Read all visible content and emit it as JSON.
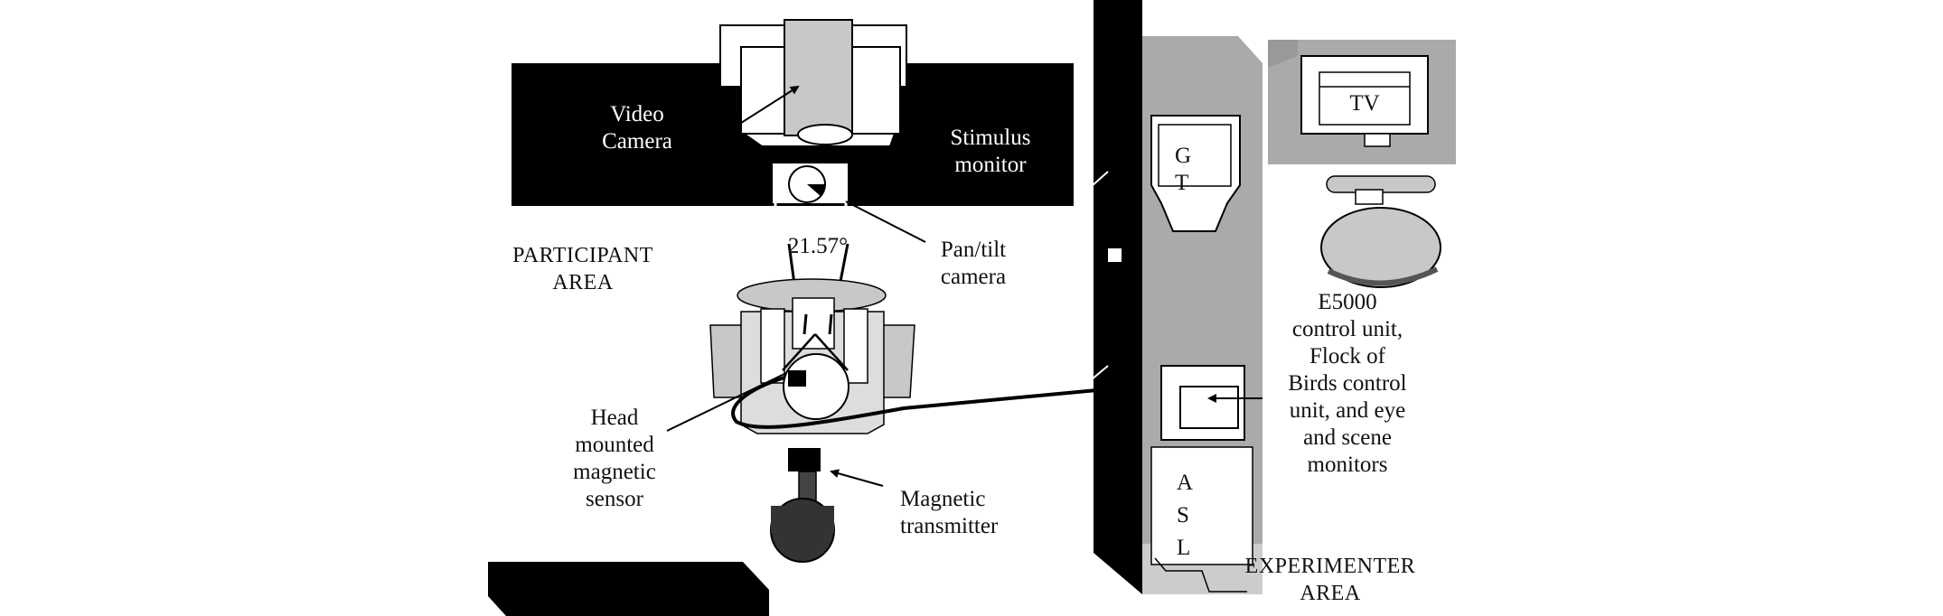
{
  "labels": {
    "video_camera": "Video\nCamera",
    "stimulus_monitor": "Stimulus\nmonitor",
    "angle": "21.57°",
    "pan_tilt_camera": "Pan/tilt\ncamera",
    "participant_area": "PARTICIPANT\nAREA",
    "head_sensor": "Head\nmounted\nmagnetic\nsensor",
    "magnetic_transmitter": "Magnetic\ntransmitter",
    "gt_g": "G",
    "gt_t": "T",
    "tv": "TV",
    "e5000": "E5000\ncontrol unit,\nFlock of\nBirds control\nunit, and eye\nand scene\nmonitors",
    "asl_a": "A",
    "asl_s": "S",
    "asl_l": "L",
    "experimenter_area": "EXPERIMENTER\nAREA"
  }
}
